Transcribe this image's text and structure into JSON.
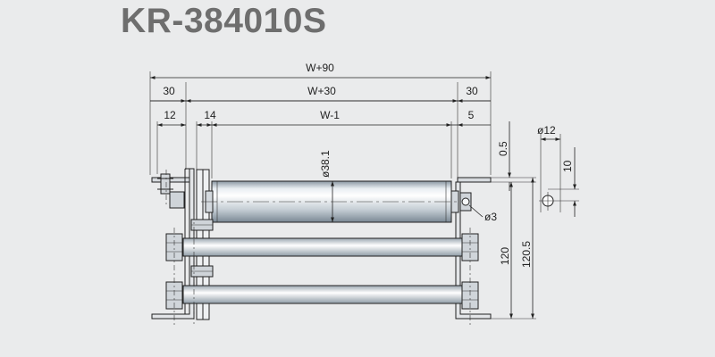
{
  "title": "KR-384010S",
  "dimensions": {
    "overall_width": "W+90",
    "flange_left": "30",
    "inner_width": "W+30",
    "flange_right": "30",
    "offset_left": "12",
    "bracket_left": "14",
    "roller_length": "W-1",
    "offset_right": "5",
    "roller_diameter": "ø38.1",
    "axle_diameter": "ø3",
    "top_gap": "0.5",
    "frame_height": "120",
    "total_height": "120.5",
    "shaft_diameter": "ø12",
    "shaft_length": "10"
  },
  "colors": {
    "background": "#eaebec",
    "title": "#6e6e6e",
    "roller_light": "#ffffff",
    "roller_mid": "#bcc6ce",
    "roller_dark": "#7a8894"
  }
}
